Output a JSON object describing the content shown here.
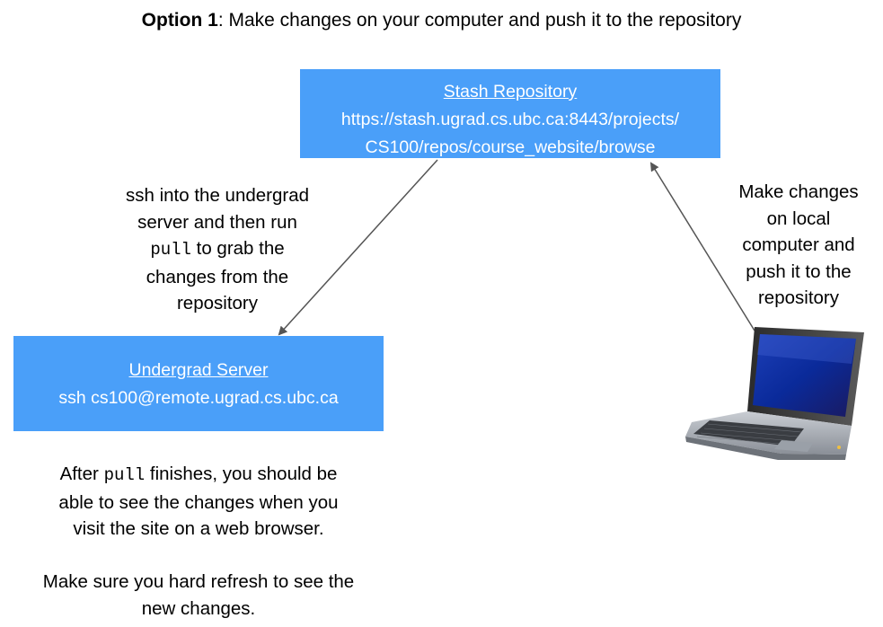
{
  "title": {
    "bold": "Option 1",
    "rest": ": Make changes on your computer and push it to the repository"
  },
  "stash": {
    "heading": "Stash Repository",
    "url_line1": "https://stash.ugrad.cs.ubc.ca:8443/projects/",
    "url_line2": "CS100/repos/course_website/browse"
  },
  "server": {
    "heading": "Undergrad Server",
    "ssh": "ssh cs100@remote.ugrad.cs.ubc.ca"
  },
  "left_note": {
    "line1": "ssh into the undergrad",
    "line2": "server and then run",
    "line3_code": "pull",
    "line3_rest": " to grab the",
    "line4": "changes from the",
    "line5": "repository"
  },
  "right_note": {
    "line1": "Make changes",
    "line2": "on local",
    "line3": "computer and",
    "line4": "push it to the",
    "line5": "repository"
  },
  "bottom_note": {
    "line1_pre": "After ",
    "line1_code": "pull",
    "line1_post": " finishes, you should be",
    "line2": "able to see the changes  when you",
    "line3": "visit the site on a web browser.",
    "line4": "Make sure you hard refresh to see the",
    "line5": "new changes."
  },
  "colors": {
    "box_fill": "#4a9ff9",
    "arrow": "#555555"
  },
  "icons": {
    "laptop": "laptop-icon"
  }
}
